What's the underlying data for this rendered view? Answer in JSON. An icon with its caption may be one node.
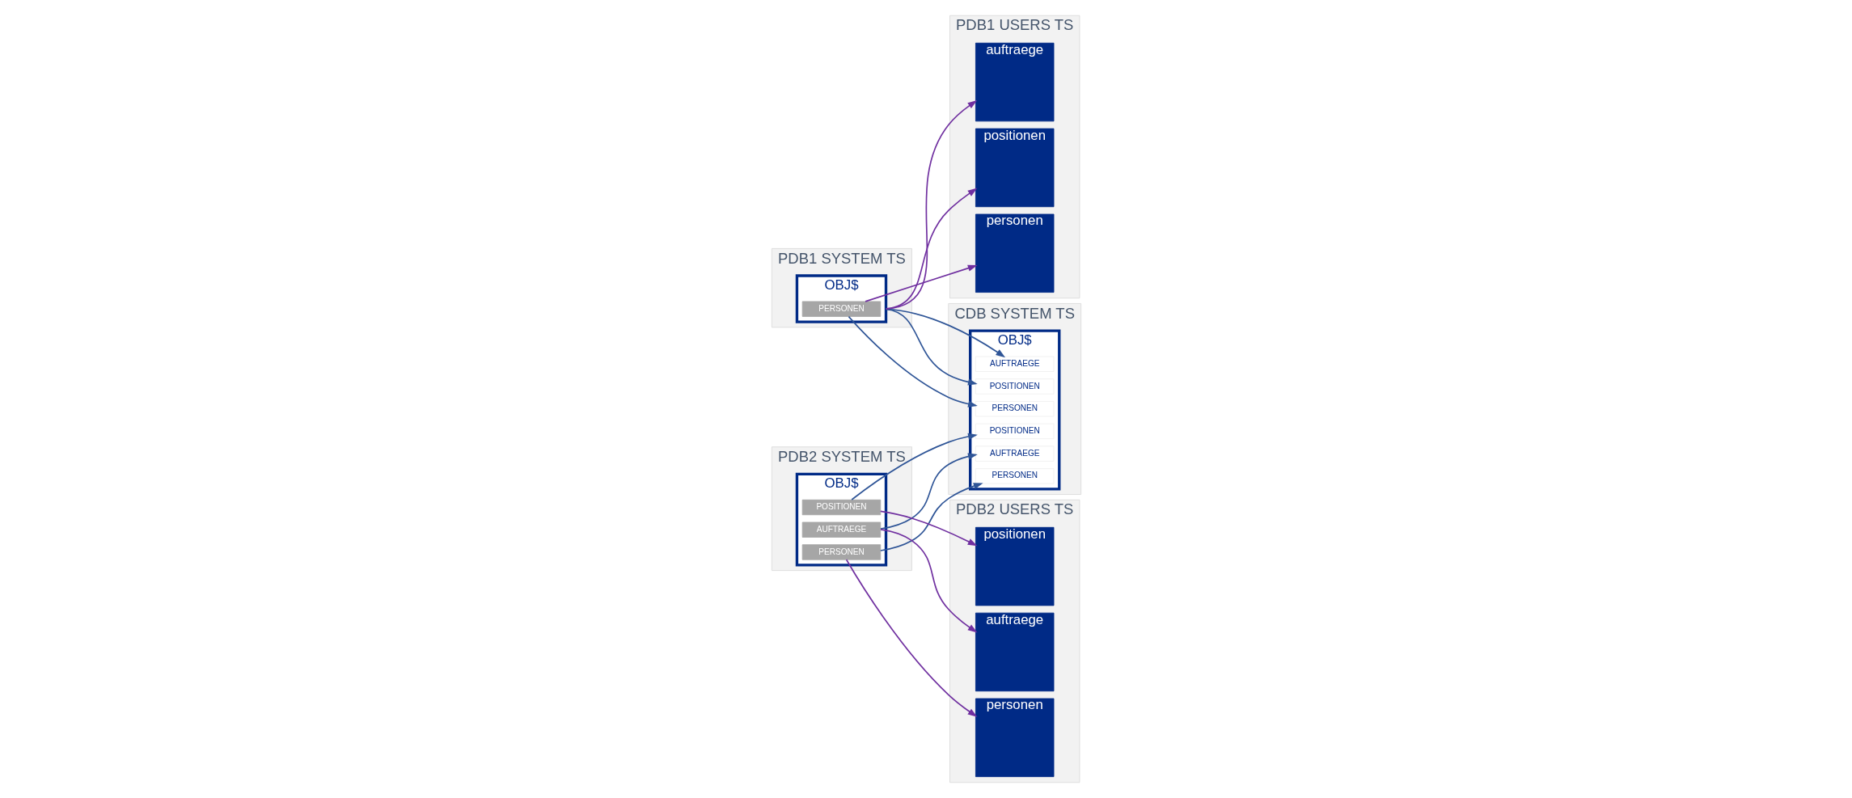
{
  "diagram": {
    "nodes": [
      {
        "text": [
          "CDB SYSTEM TS"
        ]
      },
      {
        "text": [
          "OBJ$"
        ],
        "in": 0
      },
      {
        "text": [
          "PERSONEN"
        ],
        "in": 1
      },
      {
        "text": [
          "AUFTRAEGE"
        ],
        "in": 1
      },
      {
        "text": [
          "PERSONEN"
        ],
        "in": 1
      },
      {
        "text": [
          "AUFTRAEGE"
        ],
        "in": 1
      },
      {
        "text": [
          "POSITIONEN"
        ],
        "in": 1
      },
      {
        "text": [
          "POSITIONEN"
        ],
        "in": 1
      },
      {
        "text": [
          "PDB1 SYSTEM TS"
        ]
      },
      {
        "text": [
          "OBJ$"
        ],
        "in": 8
      },
      {
        "text": [
          "PERSONEN"
        ],
        "in": 9
      },
      {
        "text": [
          "PDB1 USERS TS"
        ]
      },
      {
        "text": [
          "personen"
        ],
        "in": 11
      },
      {
        "text": [
          "auftraege"
        ],
        "in": 11
      },
      {
        "text": [
          "positionen"
        ],
        "in": 11
      },
      {
        "text": [
          "PDB2 SYSTEM TS"
        ]
      },
      {
        "text": [
          "OBJ$"
        ],
        "in": 15
      },
      {
        "text": [
          "PERSONEN"
        ],
        "in": 16
      },
      {
        "text": [
          "AUFTRAEGE"
        ],
        "in": 16
      },
      {
        "text": [
          "POSITIONEN"
        ],
        "in": 16
      },
      {
        "text": [
          "PDB2 USERS TS"
        ]
      },
      {
        "text": [
          "personen"
        ],
        "in": 20
      },
      {
        "text": [
          "auftraege"
        ],
        "in": 20
      },
      {
        "text": [
          "positionen"
        ],
        "in": 20
      }
    ],
    "edges": [
      {
        "from": 10,
        "to": 2,
        "arrow": "to"
      },
      {
        "from": 10,
        "to": 12,
        "arrow": "to",
        "color": "#7030a0"
      },
      {
        "from": 9,
        "to": 5,
        "arrow": "to"
      },
      {
        "from": 9,
        "to": 6,
        "arrow": "to"
      },
      {
        "from": 9,
        "to": 13,
        "arrow": "to",
        "color": "#7030a0"
      },
      {
        "from": 9,
        "to": 14,
        "arrow": "to",
        "color": "#7030a0"
      },
      {
        "from": 17,
        "to": 4,
        "arrow": "to"
      },
      {
        "from": 18,
        "to": 3,
        "arrow": "to"
      },
      {
        "from": 19,
        "to": 7,
        "arrow": "to"
      },
      {
        "from": 17,
        "to": 21,
        "arrow": "to",
        "color": "#7030a0"
      },
      {
        "from": 18,
        "to": 22,
        "arrow": "to",
        "color": "#7030a0"
      },
      {
        "from": 19,
        "to": 23,
        "arrow": "to",
        "color": "#7030a0"
      }
    ]
  }
}
